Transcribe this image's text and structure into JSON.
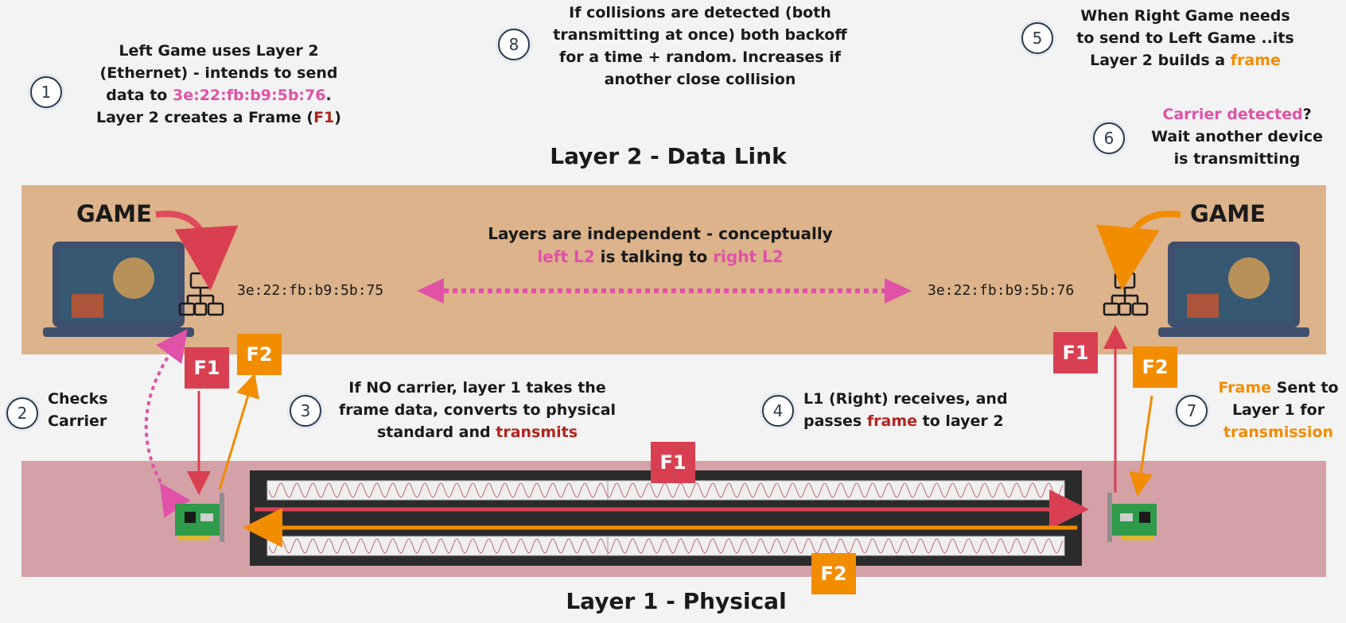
{
  "titles": {
    "layer2": "Layer 2 - Data Link",
    "layer1": "Layer 1 - Physical"
  },
  "steps": {
    "s1": "1",
    "s2": "2",
    "s3": "3",
    "s4": "4",
    "s5": "5",
    "s6": "6",
    "s7": "7",
    "s8": "8"
  },
  "notes": {
    "n1": {
      "l1": "Left Game uses Layer 2",
      "l2": "(Ethernet) - intends to send",
      "l3a": "data to ",
      "l3b": "3e:22:fb:b9:5b:76",
      "l3c": ".",
      "l4a": "Layer 2 creates a Frame (",
      "l4b": "F1",
      "l4c": ")"
    },
    "n2": {
      "l1": "Checks",
      "l2": "Carrier"
    },
    "n3": {
      "l1": "If NO carrier, layer 1 takes the",
      "l2": "frame data, converts to physical",
      "l3a": "standard and ",
      "l3b": "transmits"
    },
    "n4": {
      "l1": "L1 (Right) receives, and",
      "l2a": "passes ",
      "l2b": "frame",
      "l2c": " to layer 2"
    },
    "n5": {
      "l1": "When Right Game needs",
      "l2": "to send to Left Game ..its",
      "l3a": "Layer 2 builds a ",
      "l3b": "frame"
    },
    "n6": {
      "l1a": "Carrier detected",
      "l1b": "?",
      "l2": "Wait another device",
      "l3": "is transmitting"
    },
    "n7": {
      "l1a": "Frame",
      "l1b": " Sent to",
      "l2": "Layer 1 for",
      "l3": "transmission"
    },
    "n8": {
      "l1": "If collisions are detected (both",
      "l2": "transmitting at once) both backoff",
      "l3": "for a time + random. Increases if",
      "l4": "another close collision"
    }
  },
  "center": {
    "l1": "Layers are independent - conceptually",
    "l2a": "left L2",
    "l2b": " is talking to ",
    "l2c": "right L2"
  },
  "devices": {
    "left_game": "GAME",
    "right_game": "GAME",
    "left_mac": "3e:22:fb:b9:5b:75",
    "right_mac": "3e:22:fb:b9:5b:76"
  },
  "frames": {
    "f1": "F1",
    "f2": "F2"
  },
  "colors": {
    "l2_band": "#dcb38a",
    "l1_band": "#d4a1a6",
    "f1": "#d84052",
    "f2": "#f28c00",
    "pink": "#e052a8"
  }
}
